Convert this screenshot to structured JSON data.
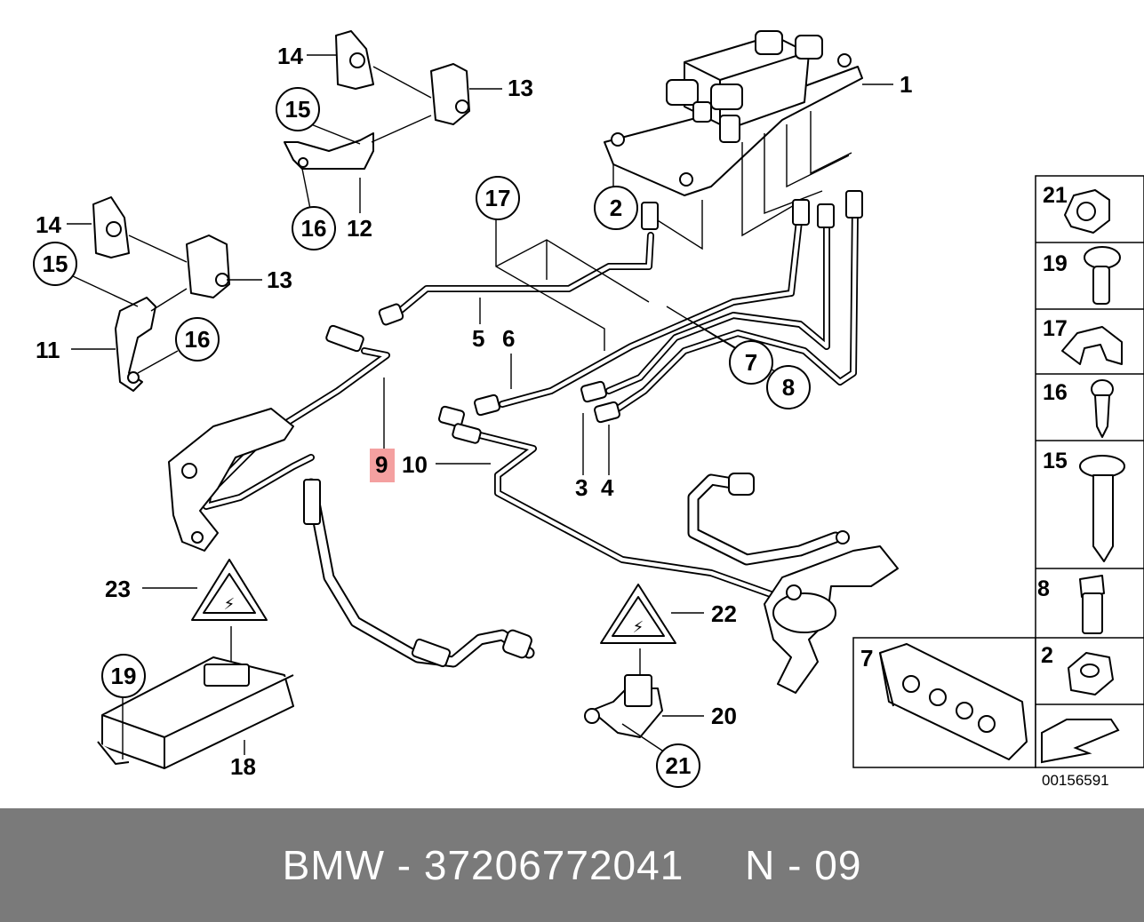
{
  "diagram": {
    "callouts": {
      "c1": "1",
      "c2": "2",
      "c3": "3",
      "c4": "4",
      "c5": "5",
      "c6": "6",
      "c7": "7",
      "c8": "8",
      "c9": "9",
      "c10": "10",
      "c11": "11",
      "c12": "12",
      "c13a": "13",
      "c13b": "13",
      "c14a": "14",
      "c14b": "14",
      "c15a": "15",
      "c15b": "15",
      "c16a": "16",
      "c16b": "16",
      "c17": "17",
      "c18": "18",
      "c19": "19",
      "c20": "20",
      "c21": "21",
      "c22": "22",
      "c23": "23"
    },
    "highlighted_callout": "9",
    "highlight_color": "#f4a0a0",
    "sidebar": [
      "21",
      "19",
      "17",
      "16",
      "15",
      "8",
      "2"
    ],
    "inset_label": "7",
    "reference_number": "00156591"
  },
  "footer": {
    "text": "BMW - 37206772041     N - 09",
    "background_color": "#7a7a7a"
  }
}
